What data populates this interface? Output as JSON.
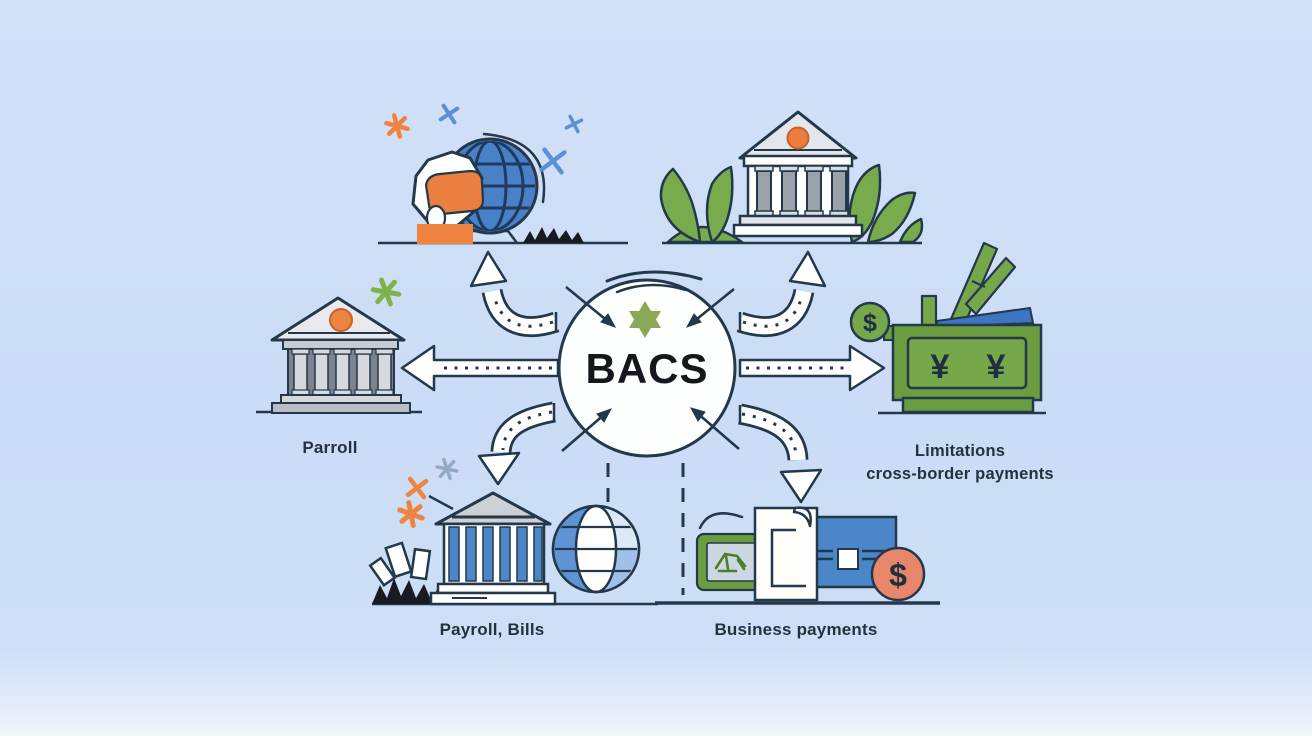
{
  "title": "BACS payment system infographic",
  "background_color": "#cbdcf6",
  "outline_color": "#24384c",
  "center": {
    "label": "BACS",
    "star_color": "#8ba757"
  },
  "labels": {
    "left": "Parroll",
    "right_line1": "Limitations",
    "right_line2": "cross-border payments",
    "bottom_left": "Payroll, Bills",
    "bottom_right": "Business payments"
  },
  "symbols": {
    "wallet_currency_1": "¥",
    "wallet_currency_2": "¥",
    "wallet_coin": "$",
    "payment_coin": "$"
  },
  "icons": {
    "top_left": "globe-with-stamp-icon",
    "top_right": "bank-with-plants-icon",
    "left": "gray-bank-icon",
    "right": "wallet-yen-icon",
    "bottom_left": "blue-bank-and-globe-icon",
    "bottom_right": "invoice-card-coin-icon"
  },
  "colors": {
    "green": "#76a74a",
    "dark_green": "#679a3e",
    "olive_star": "#8ba757",
    "orange": "#ee8440",
    "salmon_coin": "#e8866a",
    "blue": "#4a86c8",
    "light_blue": "#9fc0e8",
    "mark_blue": "#5b8fd6",
    "building_gray": "#9aa1a9",
    "ink": "#15191e"
  }
}
